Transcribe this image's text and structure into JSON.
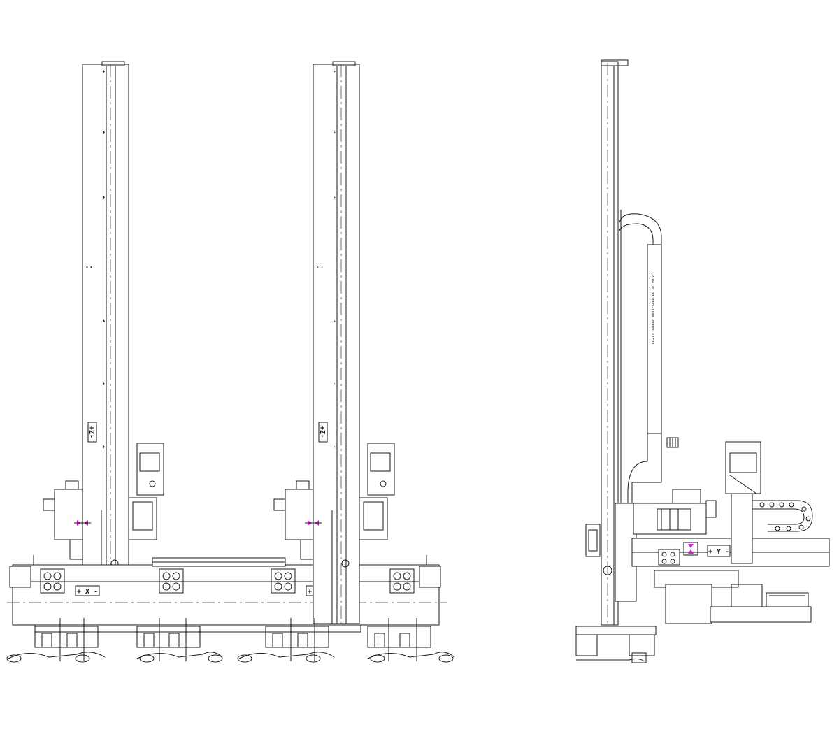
{
  "drawing": {
    "views": [
      {
        "id": "front-left",
        "axis_label_vertical": "+Z-",
        "axis_label_horizontal": "+ X -"
      },
      {
        "id": "front-right",
        "axis_label_vertical": "+Z-",
        "axis_label_horizontal": "+ X -"
      },
      {
        "id": "side",
        "axis_label_horizontal": "+ Y -",
        "cable_note": "CPX04.70.00.0995-1188.2090MO\nCI*30"
      }
    ],
    "colors": {
      "line": "#1a1a1a",
      "marker": "#d020d0",
      "background": "#ffffff"
    }
  }
}
